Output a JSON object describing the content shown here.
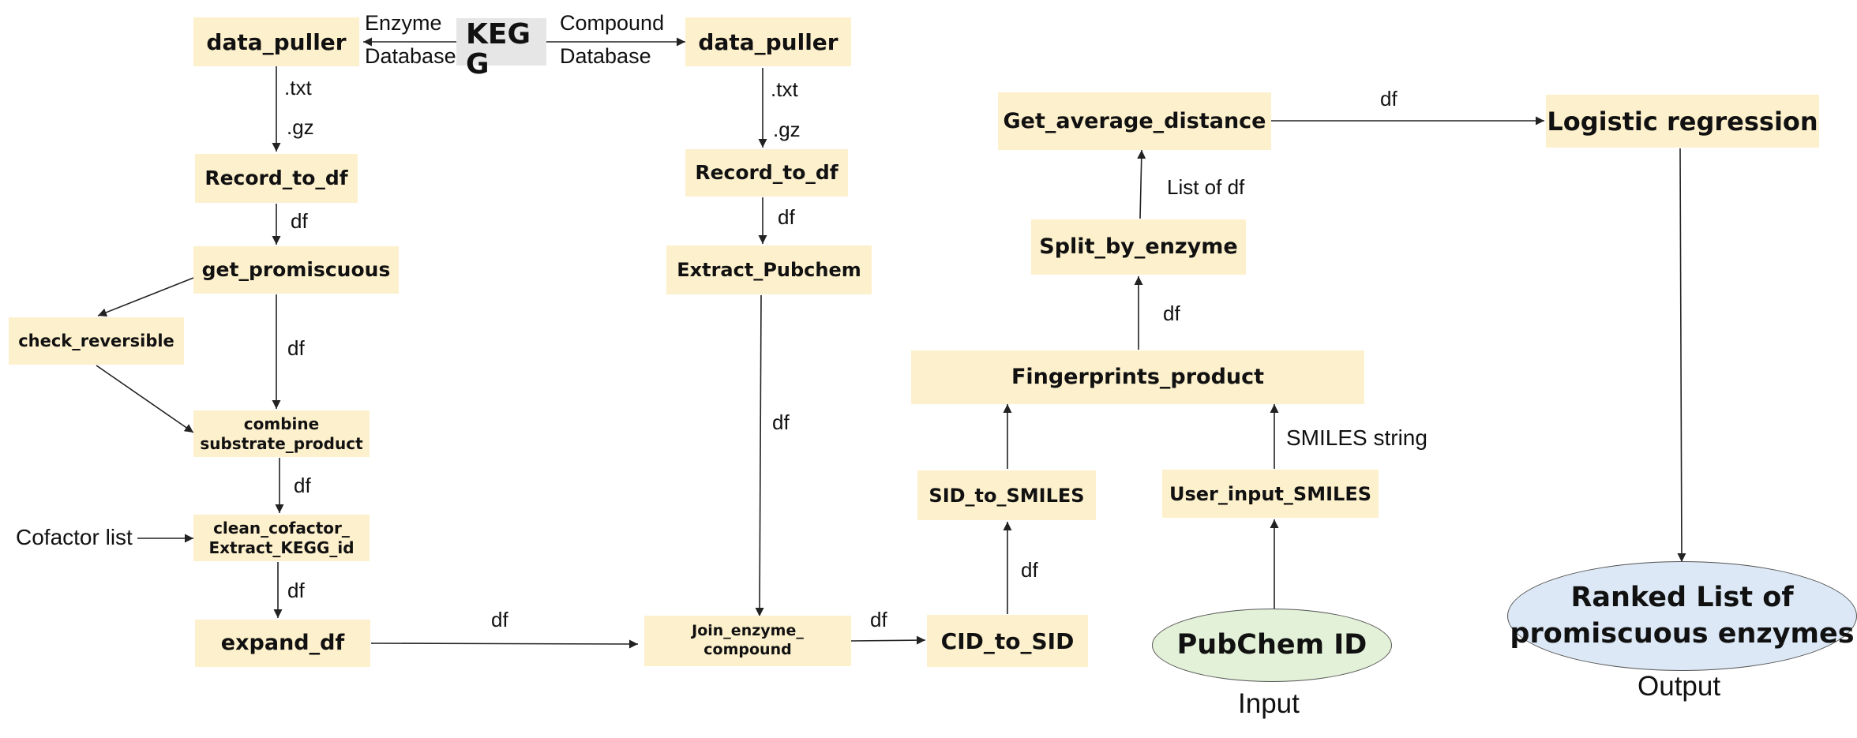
{
  "colors": {
    "box": "#fdf0cc",
    "kegg": "#e6e6e6",
    "input_fill": "#e3f1d8",
    "output_fill": "#dce8f5",
    "line": "#222222"
  },
  "nodes": {
    "kegg": "KEG\nG",
    "data_puller_left": "data_puller",
    "data_puller_right": "data_puller",
    "record_to_df_left": "Record_to_df",
    "record_to_df_right": "Record_to_df",
    "get_promiscuous": "get_promiscuous",
    "check_reversible": "check_reversible",
    "combine": "combine\nsubstrate_product",
    "clean_cofactor": "clean_cofactor_\nExtract_KEGG_id",
    "expand_df": "expand_df",
    "extract_pubchem": "Extract_Pubchem",
    "join": "Join_enzyme_\ncompound",
    "cid_to_sid": "CID_to_SID",
    "sid_to_smiles": "SID_to_SMILES",
    "user_input_smiles": "User_input_SMILES",
    "fingerprints": "Fingerprints_product",
    "split": "Split_by_enzyme",
    "get_avg": "Get_average_distance",
    "logistic": "Logistic regression",
    "pubchem_id": "PubChem ID",
    "ranked": "Ranked List of\npromiscuous enzymes"
  },
  "labels": {
    "enzyme": "Enzyme",
    "database_left": "Database",
    "compound": "Compound",
    "database_right": "Database",
    "txt_left": ".txt",
    "gz_left": ".gz",
    "txt_right": ".txt",
    "gz_right": ".gz",
    "df_record_left": "df",
    "df_promiscuous": "df",
    "df_combine": "df",
    "df_clean": "df",
    "df_record_right": "df",
    "df_extract": "df",
    "df_expand": "df",
    "df_join": "df",
    "df_cid": "df",
    "df_fingerprints": "df",
    "list_of_df": "List of df",
    "df_avg": "df",
    "smiles_string": "SMILES string",
    "cofactor_list": "Cofactor list",
    "input": "Input",
    "output": "Output"
  }
}
